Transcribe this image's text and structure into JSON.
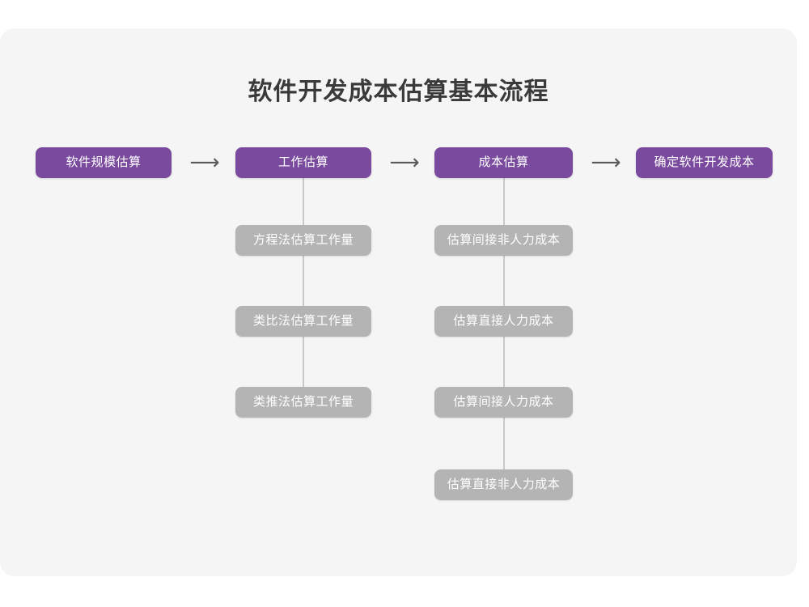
{
  "page": {
    "background_color": "#ffffff",
    "card_color": "#f5f5f5"
  },
  "diagram": {
    "title": "软件开发成本估算基本流程",
    "type": "flowchart",
    "colors": {
      "primary_node": "#7a4a9e",
      "primary_node_text": "#ffffff",
      "secondary_node": "#b4b4b4",
      "secondary_node_text": "#ffffff",
      "connector_line": "#c9c9c9",
      "arrow": "#5a5a5a",
      "title_text": "#3a3a3a"
    },
    "arrow_glyph": "⟶",
    "main_flow": [
      {
        "id": "step-1",
        "label": "软件规模估算"
      },
      {
        "id": "step-2",
        "label": "工作估算"
      },
      {
        "id": "step-3",
        "label": "成本估算"
      },
      {
        "id": "step-4",
        "label": "确定软件开发成本"
      }
    ],
    "arrows": [
      {
        "id": "arrow-1",
        "glyph": "⟶",
        "from": "step-1",
        "to": "step-2"
      },
      {
        "id": "arrow-2",
        "glyph": "⟶",
        "from": "step-2",
        "to": "step-3"
      },
      {
        "id": "arrow-3",
        "glyph": "⟶",
        "from": "step-3",
        "to": "step-4"
      }
    ],
    "branches": [
      {
        "parent": "step-2",
        "parent_label": "工作估算",
        "children": [
          {
            "id": "step-2-sub-1",
            "label": "方程法估算工作量"
          },
          {
            "id": "step-2-sub-2",
            "label": "类比法估算工作量"
          },
          {
            "id": "step-2-sub-3",
            "label": "类推法估算工作量"
          }
        ]
      },
      {
        "parent": "step-3",
        "parent_label": "成本估算",
        "children": [
          {
            "id": "step-3-sub-1",
            "label": "估算间接非人力成本"
          },
          {
            "id": "step-3-sub-2",
            "label": "估算直接人力成本"
          },
          {
            "id": "step-3-sub-3",
            "label": "估算间接人力成本"
          },
          {
            "id": "step-3-sub-4",
            "label": "估算直接非人力成本"
          }
        ]
      }
    ]
  }
}
